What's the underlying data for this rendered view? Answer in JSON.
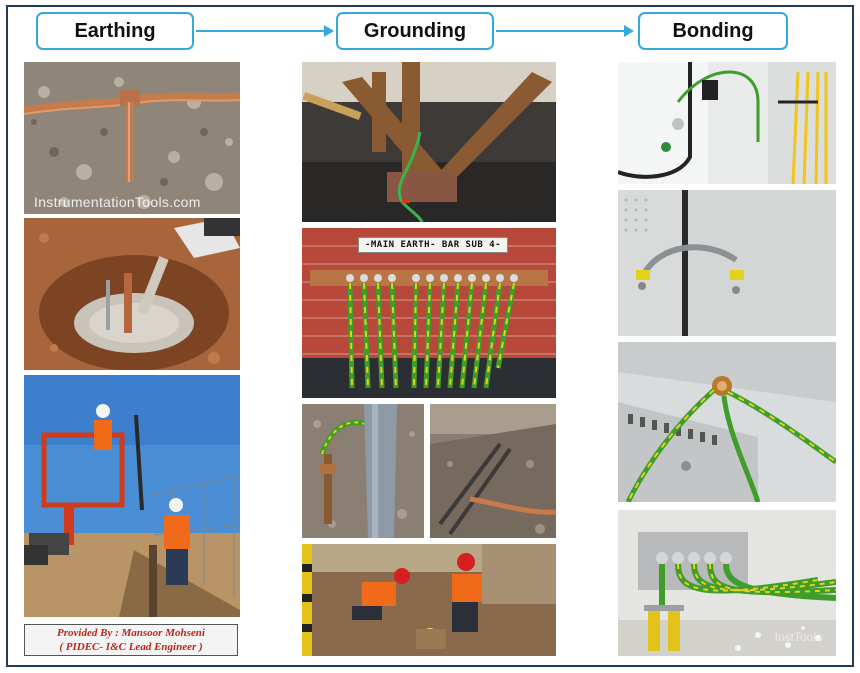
{
  "headers": {
    "earthing": "Earthing",
    "grounding": "Grounding",
    "bonding": "Bonding"
  },
  "photos": {
    "earthing_1_watermark": "InstrumentationTools.com",
    "grounding_2_plate": "-MAIN EARTH- BAR SUB 4-",
    "bonding_4_watermark": "InstTools"
  },
  "credit": {
    "line1": "Provided By : Mansoor Mohseni",
    "line2": "( PIDEC- I&C Lead Engineer )"
  },
  "colors": {
    "border": "#1f3b5c",
    "accent": "#35a8dc",
    "credit_text": "#c0241b",
    "earth_wire_green": "#3f9d2c",
    "earth_wire_yellow": "#e3d21c",
    "copper": "#b86a3c"
  }
}
